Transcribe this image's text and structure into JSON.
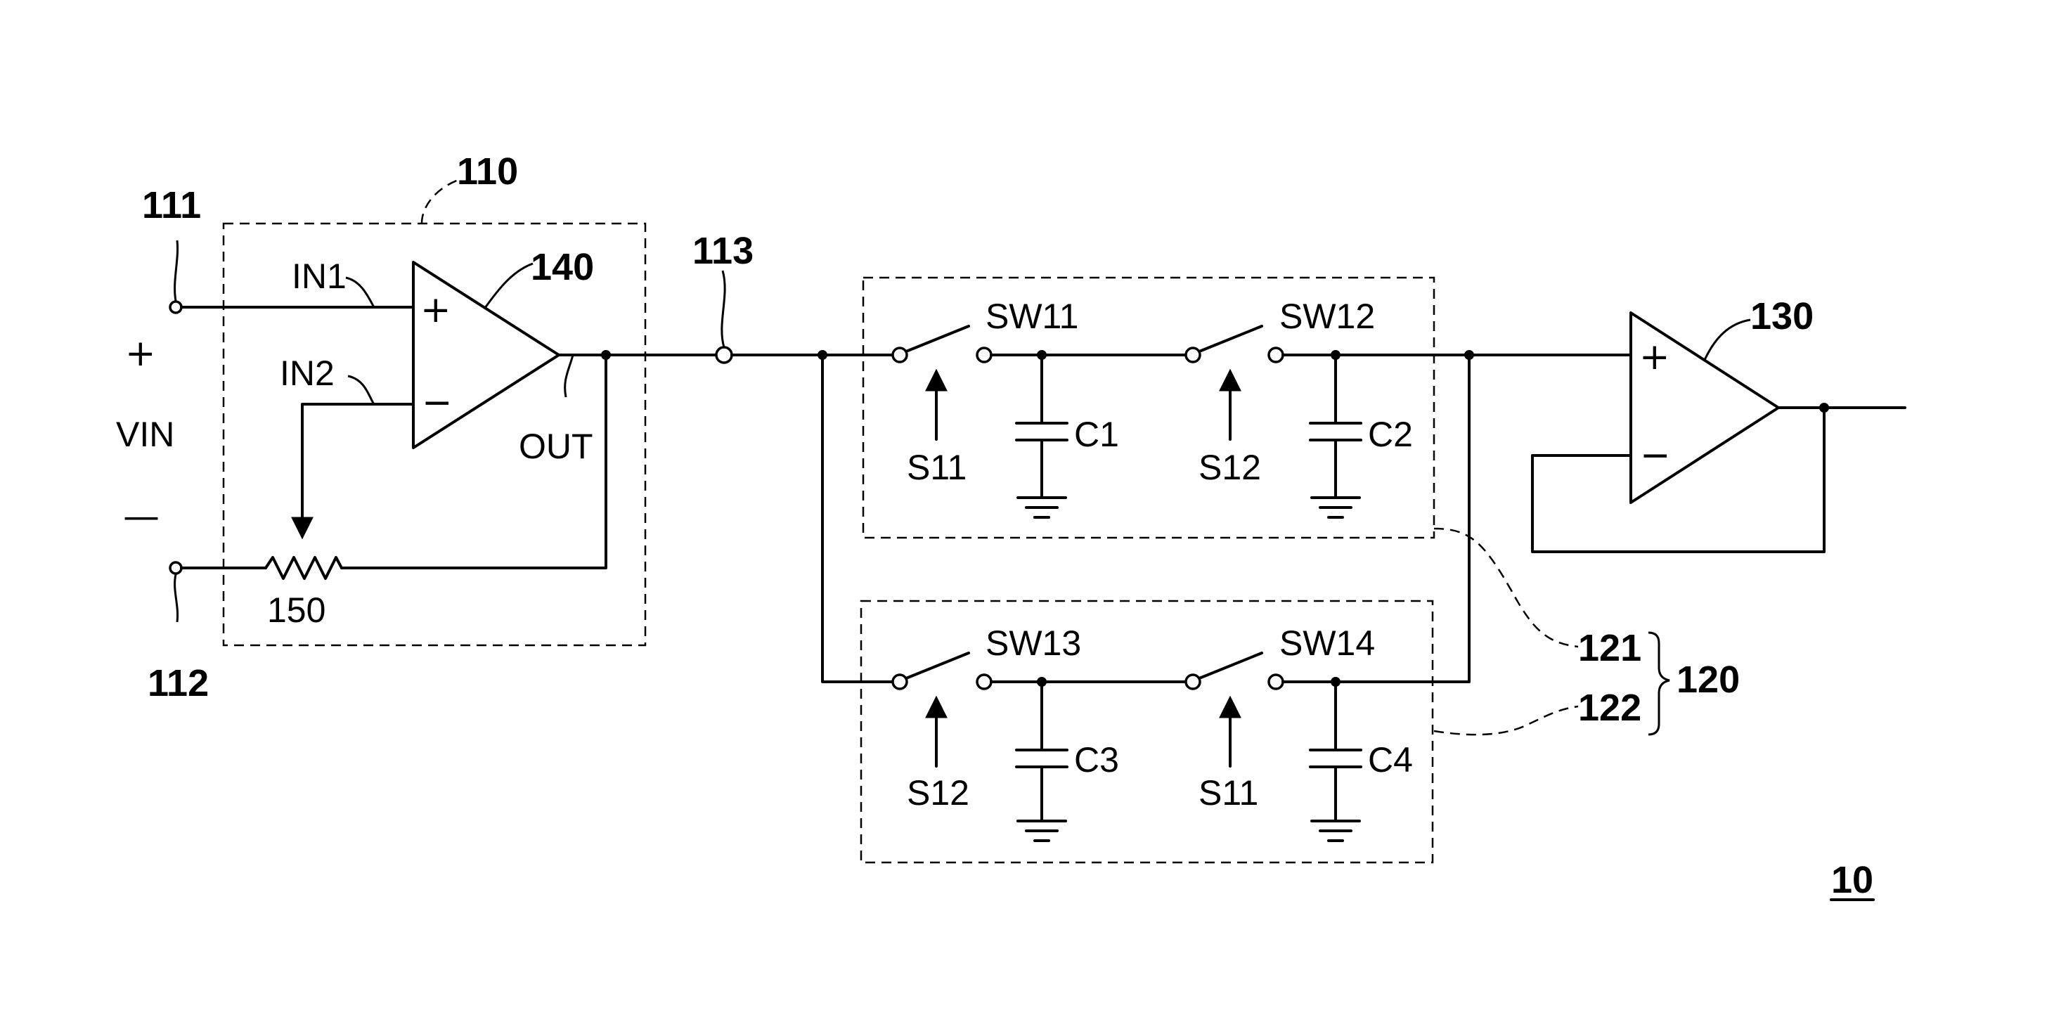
{
  "figure_number": "10",
  "refs": {
    "block_110": "110",
    "terminal_111": "111",
    "terminal_112": "112",
    "node_113": "113",
    "amp_140": "140",
    "amp_130": "130",
    "resistor_150": "150",
    "group_120": "120",
    "bank_121": "121",
    "bank_122": "122"
  },
  "input": {
    "plus": "+",
    "label": "VIN",
    "minus": "—"
  },
  "amp140": {
    "in1": "IN1",
    "in2": "IN2",
    "out": "OUT",
    "plus": "+",
    "minus": "−"
  },
  "amp130": {
    "plus": "+",
    "minus": "−"
  },
  "bank121": {
    "sw_a": "SW11",
    "sw_b": "SW12",
    "cap_a": "C1",
    "cap_b": "C2",
    "ctrl_a": "S11",
    "ctrl_b": "S12"
  },
  "bank122": {
    "sw_a": "SW13",
    "sw_b": "SW14",
    "cap_a": "C3",
    "cap_b": "C4",
    "ctrl_a": "S12",
    "ctrl_b": "S11"
  }
}
